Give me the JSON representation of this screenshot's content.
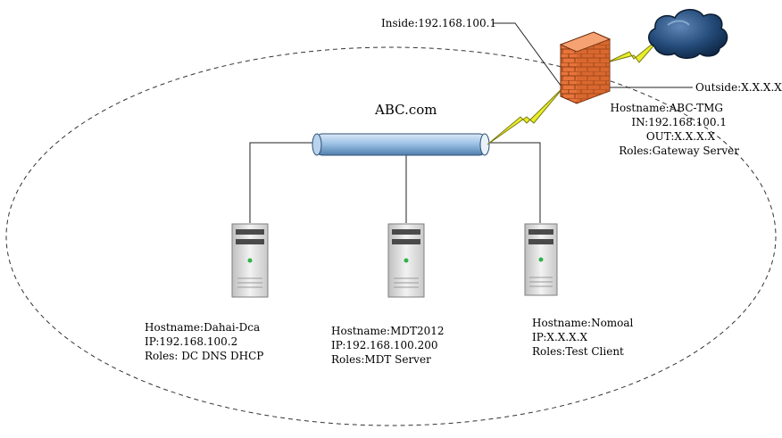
{
  "network": {
    "domain_label": "ABC.com"
  },
  "firewall": {
    "inside_label": "Inside:192.168.100.1",
    "outside_label": "Outside:X.X.X.X",
    "hostname": "Hostname:ABC-TMG",
    "in": "IN:192.168.100.1",
    "out": "OUT:X.X.X.X",
    "roles": "Roles:Gateway Server"
  },
  "servers": [
    {
      "hostname": "Hostname:Dahai-Dca",
      "ip": "IP:192.168.100.2",
      "roles": "Roles: DC DNS DHCP"
    },
    {
      "hostname": "Hostname:MDT2012",
      "ip": "IP:192.168.100.200",
      "roles": "Roles:MDT Server"
    },
    {
      "hostname": "Hostname:Nomoal",
      "ip": "IP:X.X.X.X",
      "roles": "Roles:Test Client"
    }
  ],
  "colors": {
    "cloud": "#1f3a5c",
    "firewall_brick": "#e8743b",
    "bus": "#9ec3e6",
    "lightning": "#e8ee2a"
  }
}
